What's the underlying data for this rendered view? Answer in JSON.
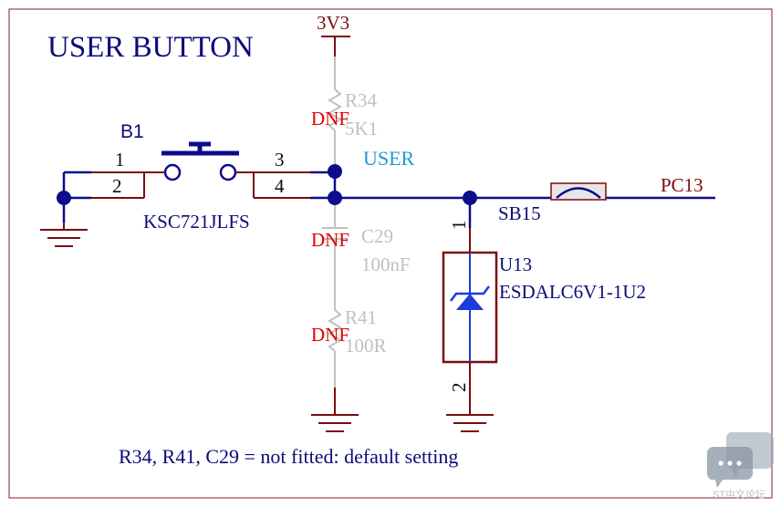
{
  "title": "USER BUTTON",
  "power_net": "3V3",
  "button": {
    "designator": "B1",
    "part": "KSC721JLFS",
    "pins": [
      "1",
      "2",
      "3",
      "4"
    ]
  },
  "net_label": "USER",
  "r34": {
    "designator": "R34",
    "fit": "DNF",
    "value": "5K1"
  },
  "c29": {
    "designator": "C29",
    "fit": "DNF",
    "value": "100nF"
  },
  "r41": {
    "designator": "R41",
    "fit": "DNF",
    "value": "100R"
  },
  "sb15": {
    "designator": "SB15"
  },
  "pc13": {
    "net": "PC13"
  },
  "u13": {
    "designator": "U13",
    "part": "ESDALC6V1-1U2",
    "pin1": "1",
    "pin2": "2"
  },
  "note": "R34, R41, C29 = not fitted: default setting",
  "watermark": "ST中文论坛",
  "colors": {
    "border": "#8b1a1a",
    "wire": "#0c0c8c",
    "title": "#0c0c78",
    "component": "#7a0c0c",
    "dnf_red": "#e00000",
    "grey": "#c0c0c0",
    "net_label_blue": "#1e9ad6",
    "zener_blue": "#1a3cd8"
  }
}
